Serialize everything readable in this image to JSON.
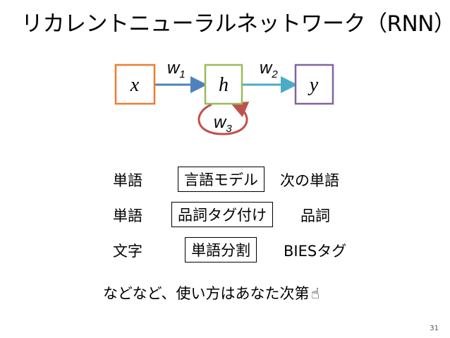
{
  "title": "リカレントニューラルネットワーク（RNN）",
  "diagram": {
    "nodes": [
      {
        "id": "x",
        "label": "x",
        "color": "#ED7D31"
      },
      {
        "id": "h",
        "label": "h",
        "color": "#9BBB59"
      },
      {
        "id": "y",
        "label": "y",
        "color": "#8064A2"
      }
    ],
    "edges": [
      {
        "id": "w1",
        "label": "w",
        "sub": "1",
        "color": "#4F81BD"
      },
      {
        "id": "w2",
        "label": "w",
        "sub": "2",
        "color": "#4BACC6"
      },
      {
        "id": "w3",
        "label": "w",
        "sub": "3",
        "color": "#C0504D"
      }
    ]
  },
  "rows": [
    {
      "input": "単語",
      "task": "言語モデル",
      "output": "次の単語"
    },
    {
      "input": "単語",
      "task": "品詞タグ付け",
      "output": "品詞"
    },
    {
      "input": "文字",
      "task": "単語分割",
      "output": "BIESタグ"
    }
  ],
  "footer": "などなど、使い方はあなた次第",
  "pointer_icon": "☝",
  "page_number": "31"
}
